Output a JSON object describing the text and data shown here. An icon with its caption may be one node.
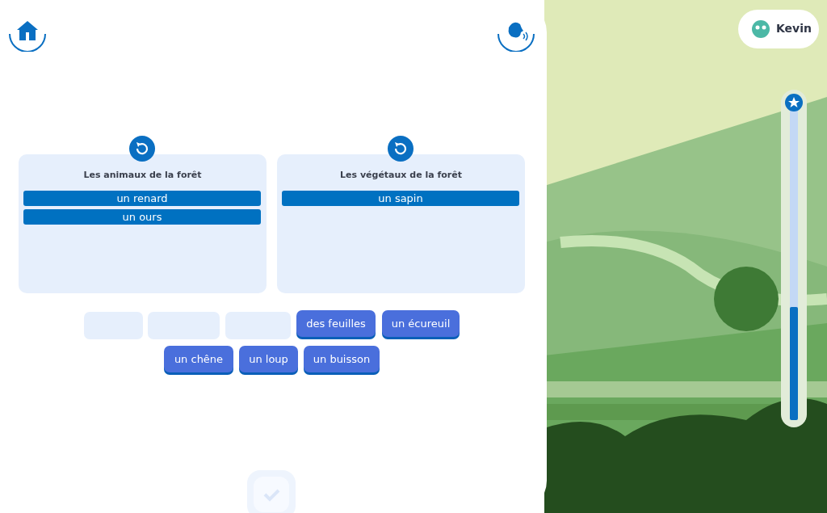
{
  "diagram": {
    "nodes": [
      {
        "text": [
          "Les animaux de la forêt"
        ]
      },
      {
        "text": [
          "un renard"
        ],
        "in": 0
      },
      {
        "text": [
          "un ours"
        ],
        "in": 0
      },
      {
        "text": [
          "Les végétaux de la forêt"
        ]
      },
      {
        "text": [
          "un sapin"
        ],
        "in": 3
      },
      {
        "text": [],
        "shape": "box"
      },
      {
        "text": [],
        "shape": "box"
      },
      {
        "text": [],
        "shape": "box"
      },
      {
        "text": [
          "des feuilles"
        ]
      },
      {
        "text": [
          "un écureuil"
        ]
      },
      {
        "text": [
          "un chêne"
        ]
      },
      {
        "text": [
          "un loup"
        ]
      },
      {
        "text": [
          "un buisson"
        ]
      }
    ],
    "labels": [
      "Kevin"
    ]
  }
}
